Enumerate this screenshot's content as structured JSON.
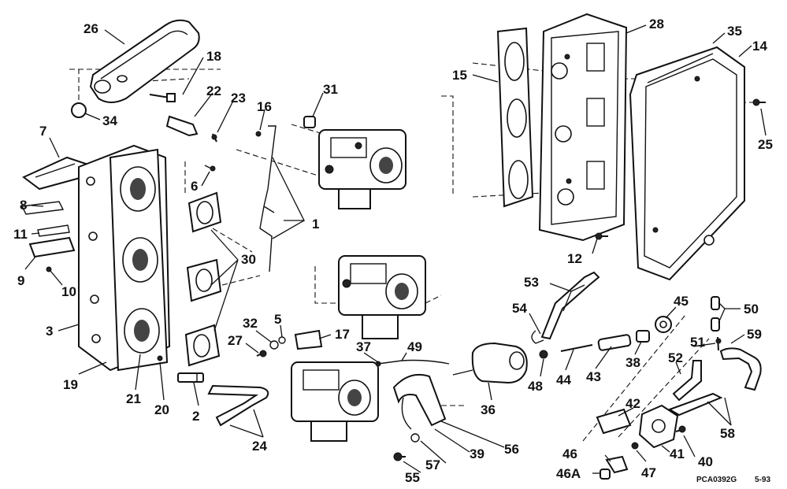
{
  "callouts": [
    "26",
    "18",
    "22",
    "23",
    "16",
    "31",
    "28",
    "35",
    "14",
    "15",
    "34",
    "7",
    "6",
    "25",
    "8",
    "11",
    "1",
    "9",
    "10",
    "30",
    "12",
    "53",
    "45",
    "50",
    "54",
    "3",
    "32",
    "5",
    "17",
    "37",
    "49",
    "27",
    "59",
    "51",
    "38",
    "52",
    "19",
    "43",
    "44",
    "48",
    "21",
    "20",
    "2",
    "36",
    "42",
    "58",
    "24",
    "39",
    "56",
    "57",
    "46",
    "41",
    "40",
    "46A",
    "47",
    "55"
  ],
  "drawing_code": "PCA0392G",
  "drawing_date": "5-93"
}
